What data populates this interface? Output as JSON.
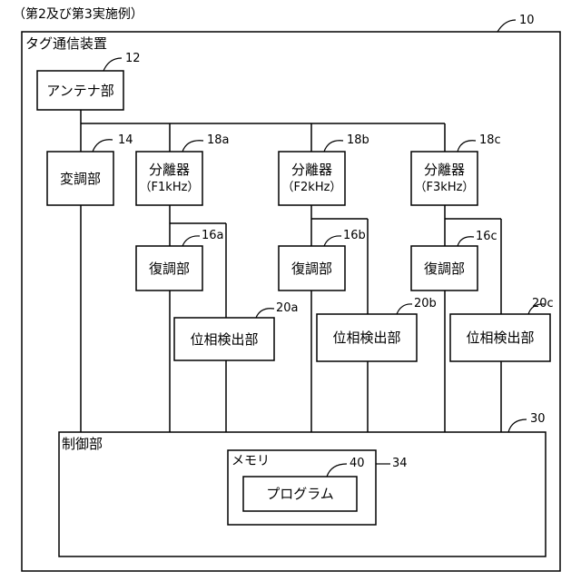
{
  "caption": "（第2及び第3実施例）",
  "device": {
    "label": "タグ通信装置",
    "ref": "10"
  },
  "antenna": {
    "label": "アンテナ部",
    "ref": "12"
  },
  "modulator": {
    "label": "変調部",
    "ref": "14"
  },
  "channels": [
    {
      "separator_label": "分離器",
      "separator_freq": "（F1kHz）",
      "separator_ref": "18a",
      "demod_label": "復調部",
      "demod_ref": "16a",
      "phase_label": "位相検出部",
      "phase_ref": "20a"
    },
    {
      "separator_label": "分離器",
      "separator_freq": "（F2kHz）",
      "separator_ref": "18b",
      "demod_label": "復調部",
      "demod_ref": "16b",
      "phase_label": "位相検出部",
      "phase_ref": "20b"
    },
    {
      "separator_label": "分離器",
      "separator_freq": "（F3kHz）",
      "separator_ref": "18c",
      "demod_label": "復調部",
      "demod_ref": "16c",
      "phase_label": "位相検出部",
      "phase_ref": "20c"
    }
  ],
  "controller": {
    "label": "制御部",
    "ref": "30"
  },
  "memory": {
    "label": "メモリ",
    "ref": "34"
  },
  "program": {
    "label": "プログラム",
    "ref": "40"
  }
}
